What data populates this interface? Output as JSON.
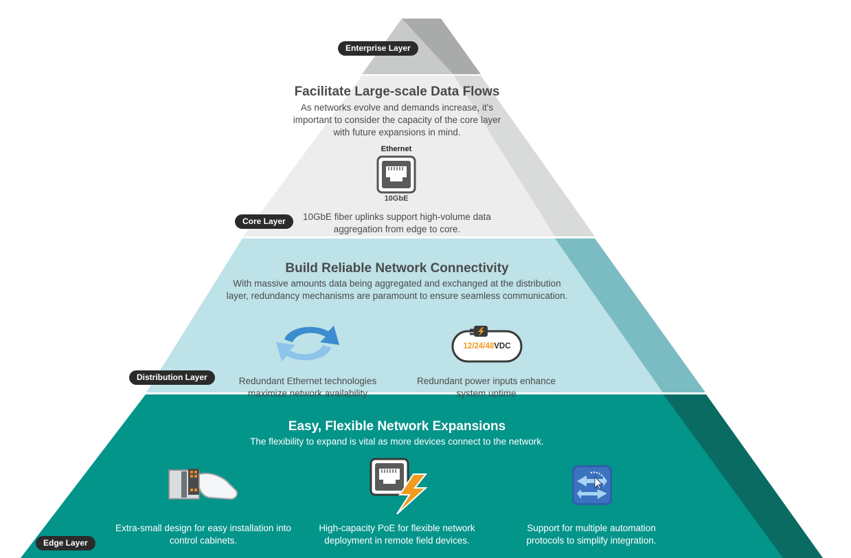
{
  "layers": {
    "enterprise": {
      "label": "Enterprise Layer"
    },
    "core": {
      "label": "Core Layer",
      "title": "Facilitate Large-scale Data Flows",
      "description": "As networks evolve and demands increase, it's important to consider the capacity of the core layer with future expansions in mind.",
      "icon": {
        "name": "ethernet-port-icon",
        "top_text": "Ethernet",
        "bottom_text": "10GbE"
      },
      "caption": "10GbE fiber uplinks support high-volume data aggregation from edge to core."
    },
    "distribution": {
      "label": "Distribution Layer",
      "title": "Build Reliable Network Connectivity",
      "description": "With massive amounts data being aggregated and exchanged at the distribution layer, redundancy mechanisms are paramount to ensure seamless communication.",
      "features": [
        {
          "icon": "redundancy-arrows-icon",
          "caption": "Redundant Ethernet technologies maximize network availability"
        },
        {
          "icon": "power-input-icon",
          "voltage_text": "12/24/48",
          "unit_text": "VDC",
          "caption": "Redundant power inputs enhance system uptime"
        }
      ]
    },
    "edge": {
      "label": "Edge Layer",
      "title": "Easy, Flexible Network Expansions",
      "description": "The flexibility to expand is vital as more devices connect to the network.",
      "features": [
        {
          "icon": "cabinet-install-icon",
          "caption": "Extra-small design for easy installation into control cabinets."
        },
        {
          "icon": "poe-icon",
          "caption": "High-capacity PoE for flexible network deployment in remote field devices."
        },
        {
          "icon": "automation-protocol-icon",
          "caption": "Support for multiple automation protocols to simplify integration."
        }
      ]
    }
  },
  "colors": {
    "enterprise_face": "#c8c9c9",
    "enterprise_side": "#a9aaaa",
    "core_face": "#ecedec",
    "core_side": "#d9dada",
    "distribution_face": "#bde2e8",
    "distribution_side": "#7bbcc2",
    "edge_face": "#03948a",
    "edge_side": "#0a6b62",
    "pill": "#2b2b2b",
    "accent_orange": "#f09a1e",
    "accent_blue": "#3c8cd0"
  }
}
